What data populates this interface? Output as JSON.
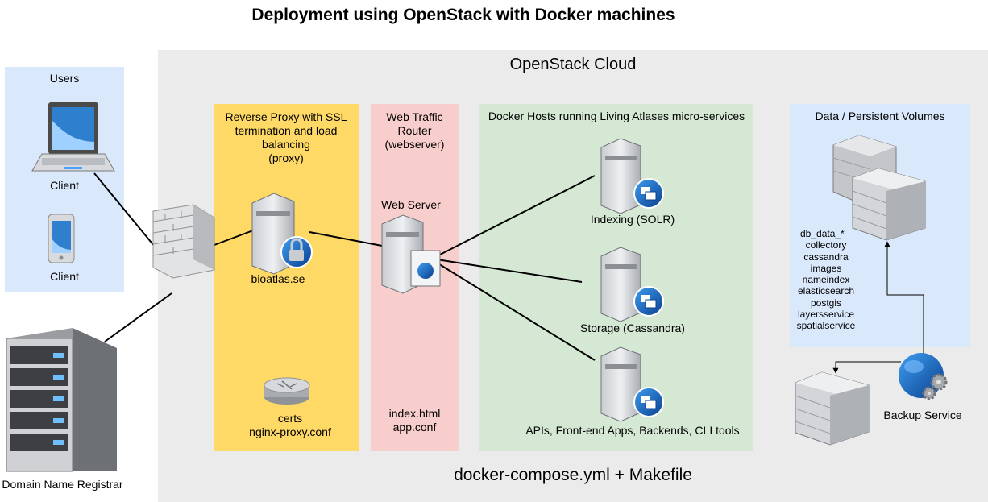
{
  "title": "Deployment using OpenStack with Docker machines",
  "cloud": {
    "label": "OpenStack Cloud",
    "footer": "docker-compose.yml + Makefile"
  },
  "users": {
    "title": "Users",
    "laptop_label": "Client",
    "phone_label": "Client"
  },
  "registrar": {
    "label": "Domain Name Registrar"
  },
  "proxy": {
    "title_lines": [
      "Reverse Proxy with SSL",
      "termination and load",
      "balancing",
      "(proxy)"
    ],
    "server_label": "bioatlas.se",
    "files": [
      "certs",
      "nginx-proxy.conf"
    ]
  },
  "router": {
    "title_lines": [
      "Web Traffic",
      "Router",
      "(webserver)"
    ],
    "server_label": "Web Server",
    "files": [
      "index.html",
      "app.conf"
    ]
  },
  "docker": {
    "title": "Docker Hosts running Living Atlases micro-services",
    "hosts": [
      "Indexing (SOLR)",
      "Storage (Cassandra)",
      "APIs, Front-end Apps, Backends, CLI tools"
    ]
  },
  "data": {
    "title": "Data / Persistent Volumes",
    "volumes": [
      "db_data_*",
      "collectory",
      "cassandra",
      "images",
      "nameindex",
      "elasticsearch",
      "postgis",
      "layersservice",
      "spatialservice"
    ]
  },
  "backup": {
    "label": "Backup Service"
  }
}
